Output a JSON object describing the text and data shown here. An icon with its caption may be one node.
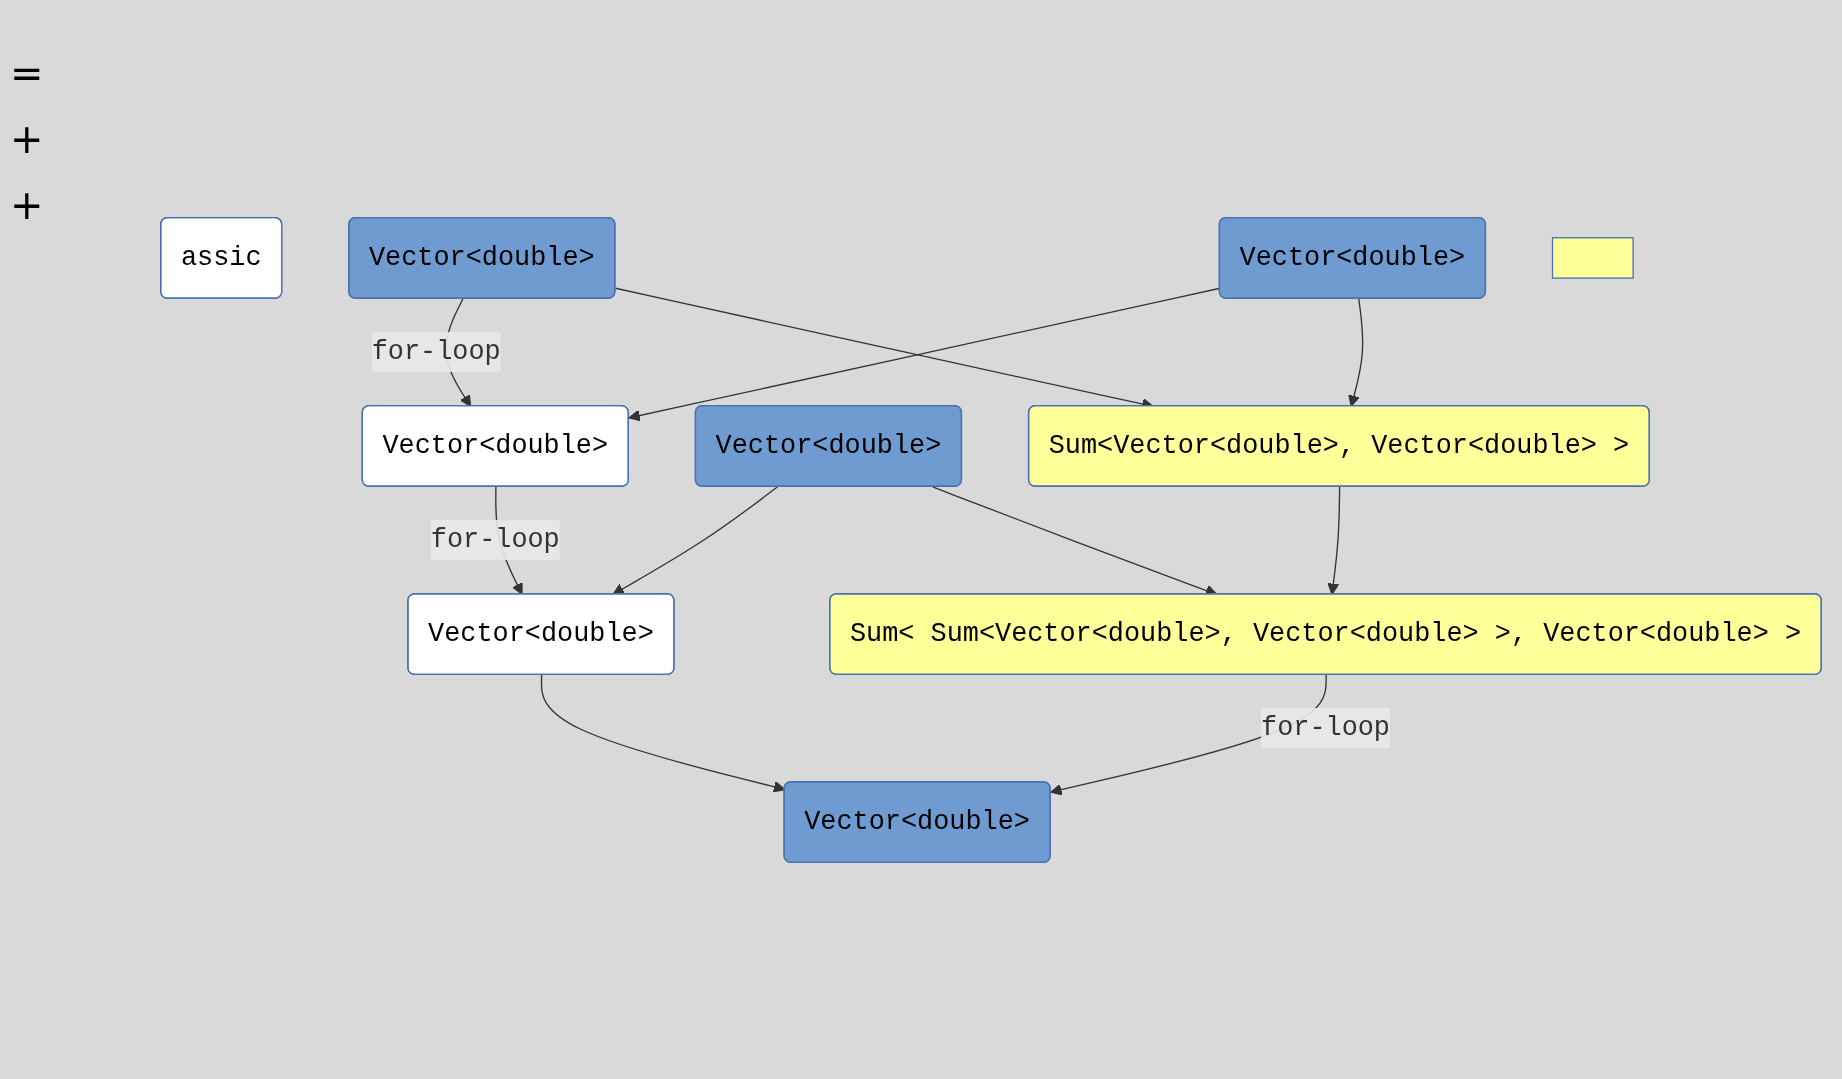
{
  "diagram": {
    "nodes": [
      {
        "text": [
          "assic"
        ]
      },
      {
        "text": [
          "Vector<double>"
        ]
      },
      {
        "text": [
          "Vector<double>"
        ]
      },
      {
        "text": [
          "Vector<double>"
        ]
      },
      {
        "text": [
          "Vector<double>"
        ]
      },
      {
        "text": [
          "Vector<double>"
        ]
      },
      {
        "text": [
          "Vector<double>"
        ]
      },
      {
        "text": [
          "Sum<Vector<double>, Vector<double> >"
        ]
      },
      {
        "text": [
          "Sum< Sum<Vector<double>, Vector<double> >, Vector<double> >"
        ]
      },
      {
        "text": [],
        "shape": "box"
      }
    ],
    "edges": [
      {
        "from": 1,
        "to": 3,
        "arrow": "to"
      },
      {
        "from": 2,
        "to": 1,
        "arrow": "to",
        "label": "for-loop"
      },
      {
        "from": 6,
        "to": 1,
        "arrow": "to"
      },
      {
        "from": 4,
        "to": 2,
        "arrow": "to",
        "label": "for-loop"
      },
      {
        "from": 5,
        "to": 2,
        "arrow": "to"
      },
      {
        "from": 4,
        "to": 7,
        "arrow": "to"
      },
      {
        "from": 5,
        "to": 7,
        "arrow": "to"
      },
      {
        "from": 7,
        "to": 8,
        "arrow": "to"
      },
      {
        "from": 6,
        "to": 8,
        "arrow": "to"
      },
      {
        "from": 8,
        "to": 3,
        "arrow": "to",
        "label": "for-loop"
      }
    ],
    "labels": [
      "=",
      "+",
      "+"
    ]
  }
}
